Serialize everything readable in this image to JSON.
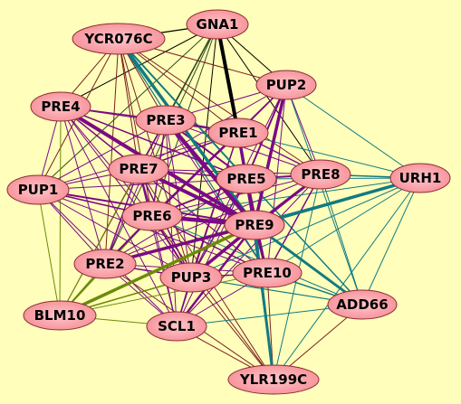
{
  "colors": {
    "background": "#FFFFBB",
    "node_fill": "#F58C94",
    "node_fill_light": "#FFC6CB",
    "node_stroke": "#8A2B35",
    "edge_purple": "#7A0A85",
    "edge_teal": "#127A82",
    "edge_brown": "#7A1F1F",
    "edge_olive": "#6B8A0A",
    "edge_black": "#000000",
    "edge_darkgreen": "#2F4A1F"
  },
  "nodes": [
    {
      "id": "GNA1",
      "label": "GNA1"
    },
    {
      "id": "YCR076C",
      "label": "YCR076C"
    },
    {
      "id": "PUP2",
      "label": "PUP2"
    },
    {
      "id": "PRE4",
      "label": "PRE4"
    },
    {
      "id": "PRE3",
      "label": "PRE3"
    },
    {
      "id": "PRE1",
      "label": "PRE1"
    },
    {
      "id": "PRE7",
      "label": "PRE7"
    },
    {
      "id": "PRE5",
      "label": "PRE5"
    },
    {
      "id": "PRE8",
      "label": "PRE8"
    },
    {
      "id": "URH1",
      "label": "URH1"
    },
    {
      "id": "PUP1",
      "label": "PUP1"
    },
    {
      "id": "PRE6",
      "label": "PRE6"
    },
    {
      "id": "PRE9",
      "label": "PRE9"
    },
    {
      "id": "PRE2",
      "label": "PRE2"
    },
    {
      "id": "PUP3",
      "label": "PUP3"
    },
    {
      "id": "PRE10",
      "label": "PRE10"
    },
    {
      "id": "ADD66",
      "label": "ADD66"
    },
    {
      "id": "BLM10",
      "label": "BLM10"
    },
    {
      "id": "SCL1",
      "label": "SCL1"
    },
    {
      "id": "YLR199C",
      "label": "YLR199C"
    }
  ],
  "edges": [
    {
      "s": "GNA1",
      "t": "PRE1",
      "c": "edge_black",
      "w": 4
    },
    {
      "s": "GNA1",
      "t": "YCR076C",
      "c": "edge_black",
      "w": 1.2
    },
    {
      "s": "GNA1",
      "t": "PRE4",
      "c": "edge_black",
      "w": 1
    },
    {
      "s": "GNA1",
      "t": "PRE3",
      "c": "edge_darkgreen",
      "w": 1.5
    },
    {
      "s": "GNA1",
      "t": "PRE7",
      "c": "edge_black",
      "w": 1
    },
    {
      "s": "GNA1",
      "t": "PRE5",
      "c": "edge_black",
      "w": 1.2
    },
    {
      "s": "GNA1",
      "t": "PRE6",
      "c": "edge_darkgreen",
      "w": 1
    },
    {
      "s": "GNA1",
      "t": "PRE9",
      "c": "edge_black",
      "w": 1.5
    },
    {
      "s": "GNA1",
      "t": "PUP2",
      "c": "edge_black",
      "w": 1
    },
    {
      "s": "GNA1",
      "t": "PRE8",
      "c": "edge_black",
      "w": 1
    },
    {
      "s": "GNA1",
      "t": "PRE2",
      "c": "edge_darkgreen",
      "w": 1
    },
    {
      "s": "GNA1",
      "t": "PUP3",
      "c": "edge_black",
      "w": 1
    },
    {
      "s": "GNA1",
      "t": "PUP1",
      "c": "edge_darkgreen",
      "w": 1
    },
    {
      "s": "YCR076C",
      "t": "PRE9",
      "c": "edge_teal",
      "w": 3.5
    },
    {
      "s": "YCR076C",
      "t": "PRE5",
      "c": "edge_teal",
      "w": 2
    },
    {
      "s": "YCR076C",
      "t": "PRE1",
      "c": "edge_brown",
      "w": 1
    },
    {
      "s": "YCR076C",
      "t": "PRE3",
      "c": "edge_brown",
      "w": 1
    },
    {
      "s": "YCR076C",
      "t": "PRE4",
      "c": "edge_brown",
      "w": 1
    },
    {
      "s": "YCR076C",
      "t": "PRE7",
      "c": "edge_brown",
      "w": 1
    },
    {
      "s": "YCR076C",
      "t": "PRE6",
      "c": "edge_brown",
      "w": 1
    },
    {
      "s": "YCR076C",
      "t": "PRE2",
      "c": "edge_brown",
      "w": 1
    },
    {
      "s": "YCR076C",
      "t": "PUP3",
      "c": "edge_brown",
      "w": 1
    },
    {
      "s": "YCR076C",
      "t": "PUP1",
      "c": "edge_brown",
      "w": 1
    },
    {
      "s": "YCR076C",
      "t": "PUP2",
      "c": "edge_brown",
      "w": 1
    },
    {
      "s": "YCR076C",
      "t": "PRE10",
      "c": "edge_teal",
      "w": 1.2
    },
    {
      "s": "YCR076C",
      "t": "PRE8",
      "c": "edge_brown",
      "w": 1
    },
    {
      "s": "PUP2",
      "t": "PRE9",
      "c": "edge_purple",
      "w": 3.5
    },
    {
      "s": "PUP2",
      "t": "PRE5",
      "c": "edge_purple",
      "w": 2
    },
    {
      "s": "PUP2",
      "t": "PRE6",
      "c": "edge_purple",
      "w": 1.5
    },
    {
      "s": "PUP2",
      "t": "PRE1",
      "c": "edge_purple",
      "w": 1.5
    },
    {
      "s": "PUP2",
      "t": "URH1",
      "c": "edge_teal",
      "w": 1
    },
    {
      "s": "PUP2",
      "t": "PRE3",
      "c": "edge_purple",
      "w": 1
    },
    {
      "s": "PUP2",
      "t": "PRE7",
      "c": "edge_purple",
      "w": 1
    },
    {
      "s": "PUP2",
      "t": "PRE8",
      "c": "edge_purple",
      "w": 1
    },
    {
      "s": "PUP2",
      "t": "PRE2",
      "c": "edge_purple",
      "w": 1
    },
    {
      "s": "PUP2",
      "t": "PUP3",
      "c": "edge_purple",
      "w": 1
    },
    {
      "s": "PUP2",
      "t": "ADD66",
      "c": "edge_teal",
      "w": 1
    },
    {
      "s": "PUP2",
      "t": "PRE10",
      "c": "edge_purple",
      "w": 1
    },
    {
      "s": "PRE4",
      "t": "PRE9",
      "c": "edge_purple",
      "w": 4
    },
    {
      "s": "PRE4",
      "t": "PRE3",
      "c": "edge_purple",
      "w": 1.5
    },
    {
      "s": "PRE4",
      "t": "PRE7",
      "c": "edge_purple",
      "w": 1.5
    },
    {
      "s": "PRE4",
      "t": "PRE6",
      "c": "edge_purple",
      "w": 1
    },
    {
      "s": "PRE4",
      "t": "PRE5",
      "c": "edge_purple",
      "w": 1.5
    },
    {
      "s": "PRE4",
      "t": "PRE1",
      "c": "edge_purple",
      "w": 1
    },
    {
      "s": "PRE4",
      "t": "PRE2",
      "c": "edge_purple",
      "w": 1
    },
    {
      "s": "PRE4",
      "t": "PUP1",
      "c": "edge_purple",
      "w": 1
    },
    {
      "s": "PRE4",
      "t": "PUP3",
      "c": "edge_purple",
      "w": 1
    },
    {
      "s": "PRE4",
      "t": "BLM10",
      "c": "edge_olive",
      "w": 1
    },
    {
      "s": "PRE4",
      "t": "SCL1",
      "c": "edge_purple",
      "w": 1
    },
    {
      "s": "PRE4",
      "t": "PRE10",
      "c": "edge_purple",
      "w": 1
    },
    {
      "s": "PRE3",
      "t": "PRE9",
      "c": "edge_purple",
      "w": 4.5
    },
    {
      "s": "PRE3",
      "t": "PRE1",
      "c": "edge_purple",
      "w": 2
    },
    {
      "s": "PRE3",
      "t": "PRE5",
      "c": "edge_purple",
      "w": 2
    },
    {
      "s": "PRE3",
      "t": "PRE7",
      "c": "edge_purple",
      "w": 1.5
    },
    {
      "s": "PRE3",
      "t": "PRE6",
      "c": "edge_purple",
      "w": 1.5
    },
    {
      "s": "PRE3",
      "t": "PRE2",
      "c": "edge_purple",
      "w": 1
    },
    {
      "s": "PRE3",
      "t": "PUP3",
      "c": "edge_purple",
      "w": 1
    },
    {
      "s": "PRE3",
      "t": "PUP1",
      "c": "edge_purple",
      "w": 1
    },
    {
      "s": "PRE3",
      "t": "PRE8",
      "c": "edge_purple",
      "w": 1
    },
    {
      "s": "PRE3",
      "t": "PRE10",
      "c": "edge_purple",
      "w": 1
    },
    {
      "s": "PRE3",
      "t": "SCL1",
      "c": "edge_purple",
      "w": 1
    },
    {
      "s": "PRE3",
      "t": "BLM10",
      "c": "edge_brown",
      "w": 1
    },
    {
      "s": "PRE1",
      "t": "PRE9",
      "c": "edge_purple",
      "w": 3.5
    },
    {
      "s": "PRE1",
      "t": "PRE5",
      "c": "edge_purple",
      "w": 2
    },
    {
      "s": "PRE1",
      "t": "PRE6",
      "c": "edge_purple",
      "w": 2.5
    },
    {
      "s": "PRE1",
      "t": "PRE7",
      "c": "edge_purple",
      "w": 1.5
    },
    {
      "s": "PRE1",
      "t": "PRE8",
      "c": "edge_purple",
      "w": 1.5
    },
    {
      "s": "PRE1",
      "t": "PRE2",
      "c": "edge_purple",
      "w": 1
    },
    {
      "s": "PRE1",
      "t": "PUP3",
      "c": "edge_purple",
      "w": 1.5
    },
    {
      "s": "PRE1",
      "t": "PUP1",
      "c": "edge_purple",
      "w": 1
    },
    {
      "s": "PRE1",
      "t": "URH1",
      "c": "edge_teal",
      "w": 1
    },
    {
      "s": "PRE1",
      "t": "PRE10",
      "c": "edge_purple",
      "w": 1
    },
    {
      "s": "PRE1",
      "t": "SCL1",
      "c": "edge_purple",
      "w": 1
    },
    {
      "s": "PRE7",
      "t": "PRE9",
      "c": "edge_purple",
      "w": 4
    },
    {
      "s": "PRE7",
      "t": "PRE6",
      "c": "edge_purple",
      "w": 2
    },
    {
      "s": "PRE7",
      "t": "PRE5",
      "c": "edge_purple",
      "w": 1.5
    },
    {
      "s": "PRE7",
      "t": "PRE2",
      "c": "edge_purple",
      "w": 1.5
    },
    {
      "s": "PRE7",
      "t": "PUP3",
      "c": "edge_purple",
      "w": 1.5
    },
    {
      "s": "PRE7",
      "t": "PUP1",
      "c": "edge_purple",
      "w": 1
    },
    {
      "s": "PRE7",
      "t": "PRE8",
      "c": "edge_purple",
      "w": 1
    },
    {
      "s": "PRE7",
      "t": "PRE10",
      "c": "edge_purple",
      "w": 1
    },
    {
      "s": "PRE7",
      "t": "SCL1",
      "c": "edge_purple",
      "w": 1
    },
    {
      "s": "PRE7",
      "t": "BLM10",
      "c": "edge_olive",
      "w": 1
    },
    {
      "s": "PRE7",
      "t": "YLR199C",
      "c": "edge_brown",
      "w": 1
    },
    {
      "s": "PRE5",
      "t": "PRE9",
      "c": "edge_purple",
      "w": 3.5
    },
    {
      "s": "PRE5",
      "t": "PRE8",
      "c": "edge_purple",
      "w": 2
    },
    {
      "s": "PRE5",
      "t": "PRE6",
      "c": "edge_purple",
      "w": 2
    },
    {
      "s": "PRE5",
      "t": "PUP3",
      "c": "edge_purple",
      "w": 1.5
    },
    {
      "s": "PRE5",
      "t": "PRE2",
      "c": "edge_purple",
      "w": 1
    },
    {
      "s": "PRE5",
      "t": "PRE10",
      "c": "edge_purple",
      "w": 1.5
    },
    {
      "s": "PRE5",
      "t": "URH1",
      "c": "edge_teal",
      "w": 1
    },
    {
      "s": "PRE5",
      "t": "ADD66",
      "c": "edge_teal",
      "w": 1.5
    },
    {
      "s": "PRE5",
      "t": "YLR199C",
      "c": "edge_teal",
      "w": 1
    },
    {
      "s": "PRE5",
      "t": "SCL1",
      "c": "edge_purple",
      "w": 1
    },
    {
      "s": "PRE8",
      "t": "PRE9",
      "c": "edge_purple",
      "w": 3
    },
    {
      "s": "PRE8",
      "t": "URH1",
      "c": "edge_teal",
      "w": 1.5
    },
    {
      "s": "PRE8",
      "t": "PRE10",
      "c": "edge_purple",
      "w": 1.5
    },
    {
      "s": "PRE8",
      "t": "PUP3",
      "c": "edge_purple",
      "w": 1.5
    },
    {
      "s": "PRE8",
      "t": "PRE6",
      "c": "edge_purple",
      "w": 1
    },
    {
      "s": "PRE8",
      "t": "ADD66",
      "c": "edge_teal",
      "w": 1
    },
    {
      "s": "PRE8",
      "t": "PRE2",
      "c": "edge_purple",
      "w": 1
    },
    {
      "s": "PRE8",
      "t": "SCL1",
      "c": "edge_purple",
      "w": 1
    },
    {
      "s": "PRE8",
      "t": "YLR199C",
      "c": "edge_teal",
      "w": 1
    },
    {
      "s": "URH1",
      "t": "PRE9",
      "c": "edge_teal",
      "w": 3.5
    },
    {
      "s": "URH1",
      "t": "PRE10",
      "c": "edge_teal",
      "w": 1
    },
    {
      "s": "URH1",
      "t": "ADD66",
      "c": "edge_teal",
      "w": 1
    },
    {
      "s": "URH1",
      "t": "PUP3",
      "c": "edge_teal",
      "w": 1
    },
    {
      "s": "URH1",
      "t": "PRE6",
      "c": "edge_teal",
      "w": 1
    },
    {
      "s": "URH1",
      "t": "YLR199C",
      "c": "edge_teal",
      "w": 1
    },
    {
      "s": "URH1",
      "t": "PRE2",
      "c": "edge_teal",
      "w": 1
    },
    {
      "s": "PUP1",
      "t": "PRE9",
      "c": "edge_purple",
      "w": 2
    },
    {
      "s": "PUP1",
      "t": "PRE6",
      "c": "edge_purple",
      "w": 1.5
    },
    {
      "s": "PUP1",
      "t": "PRE2",
      "c": "edge_purple",
      "w": 1
    },
    {
      "s": "PUP1",
      "t": "PUP3",
      "c": "edge_purple",
      "w": 1
    },
    {
      "s": "PUP1",
      "t": "PRE10",
      "c": "edge_purple",
      "w": 1
    },
    {
      "s": "PUP1",
      "t": "BLM10",
      "c": "edge_olive",
      "w": 1
    },
    {
      "s": "PUP1",
      "t": "SCL1",
      "c": "edge_purple",
      "w": 1
    },
    {
      "s": "PUP1",
      "t": "PRE5",
      "c": "edge_purple",
      "w": 1
    },
    {
      "s": "PRE6",
      "t": "PRE9",
      "c": "edge_purple",
      "w": 4.5
    },
    {
      "s": "PRE6",
      "t": "PRE2",
      "c": "edge_purple",
      "w": 2
    },
    {
      "s": "PRE6",
      "t": "PUP3",
      "c": "edge_purple",
      "w": 2
    },
    {
      "s": "PRE6",
      "t": "PRE10",
      "c": "edge_purple",
      "w": 1.5
    },
    {
      "s": "PRE6",
      "t": "SCL1",
      "c": "edge_purple",
      "w": 1
    },
    {
      "s": "PRE6",
      "t": "BLM10",
      "c": "edge_olive",
      "w": 1.5
    },
    {
      "s": "PRE6",
      "t": "YLR199C",
      "c": "edge_brown",
      "w": 1
    },
    {
      "s": "PRE6",
      "t": "ADD66",
      "c": "edge_teal",
      "w": 1
    },
    {
      "s": "PRE9",
      "t": "PRE10",
      "c": "edge_purple",
      "w": 3
    },
    {
      "s": "PRE9",
      "t": "PUP3",
      "c": "edge_purple",
      "w": 3.5
    },
    {
      "s": "PRE9",
      "t": "PRE2",
      "c": "edge_purple",
      "w": 3.5
    },
    {
      "s": "PRE9",
      "t": "SCL1",
      "c": "edge_purple",
      "w": 2.5
    },
    {
      "s": "PRE9",
      "t": "ADD66",
      "c": "edge_teal",
      "w": 3
    },
    {
      "s": "PRE9",
      "t": "YLR199C",
      "c": "edge_teal",
      "w": 3
    },
    {
      "s": "PRE9",
      "t": "BLM10",
      "c": "edge_olive",
      "w": 3.5
    },
    {
      "s": "PRE2",
      "t": "PUP3",
      "c": "edge_purple",
      "w": 1.5
    },
    {
      "s": "PRE2",
      "t": "PRE10",
      "c": "edge_purple",
      "w": 1
    },
    {
      "s": "PRE2",
      "t": "BLM10",
      "c": "edge_olive",
      "w": 1.5
    },
    {
      "s": "PRE2",
      "t": "SCL1",
      "c": "edge_purple",
      "w": 1
    },
    {
      "s": "PRE2",
      "t": "YLR199C",
      "c": "edge_brown",
      "w": 1
    },
    {
      "s": "PRE2",
      "t": "ADD66",
      "c": "edge_teal",
      "w": 1
    },
    {
      "s": "PUP3",
      "t": "PRE10",
      "c": "edge_purple",
      "w": 1.5
    },
    {
      "s": "PUP3",
      "t": "SCL1",
      "c": "edge_purple",
      "w": 1.5
    },
    {
      "s": "PUP3",
      "t": "BLM10",
      "c": "edge_olive",
      "w": 1.5
    },
    {
      "s": "PUP3",
      "t": "YLR199C",
      "c": "edge_brown",
      "w": 1
    },
    {
      "s": "PUP3",
      "t": "ADD66",
      "c": "edge_teal",
      "w": 1
    },
    {
      "s": "PRE10",
      "t": "ADD66",
      "c": "edge_teal",
      "w": 1.5
    },
    {
      "s": "PRE10",
      "t": "SCL1",
      "c": "edge_purple",
      "w": 1
    },
    {
      "s": "PRE10",
      "t": "YLR199C",
      "c": "edge_brown",
      "w": 1
    },
    {
      "s": "PRE10",
      "t": "BLM10",
      "c": "edge_olive",
      "w": 1
    },
    {
      "s": "ADD66",
      "t": "YLR199C",
      "c": "edge_brown",
      "w": 1
    },
    {
      "s": "ADD66",
      "t": "SCL1",
      "c": "edge_teal",
      "w": 1
    },
    {
      "s": "BLM10",
      "t": "SCL1",
      "c": "edge_olive",
      "w": 1
    },
    {
      "s": "SCL1",
      "t": "YLR199C",
      "c": "edge_brown",
      "w": 1
    }
  ]
}
